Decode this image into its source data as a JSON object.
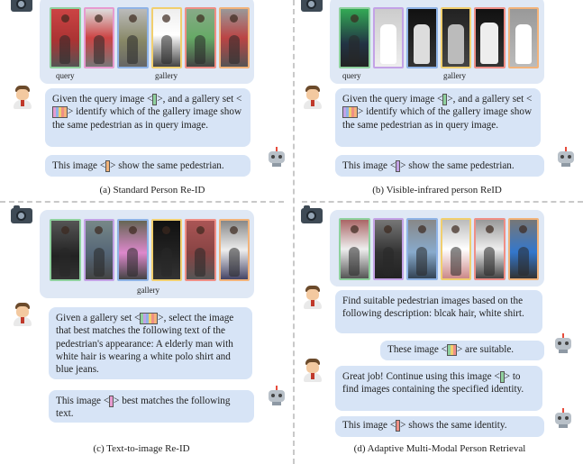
{
  "panels": {
    "a": {
      "strip_labels": [
        "query",
        "gallery"
      ],
      "query_text": "Given the query image < ▯>, and a gallery set < ▯▯▯▯ > identify which of the gallery image show the same pedestrian as in query image.",
      "query_parts": [
        "Given the query image <",
        ">, and a gallery set <",
        "> identify which of the gallery image show the same pedestrian as in query image."
      ],
      "answer_parts": [
        "This image <",
        "> show the same pedestrian."
      ],
      "caption": "(a) Standard Person Re-ID"
    },
    "b": {
      "strip_labels": [
        "query",
        "gallery"
      ],
      "query_parts": [
        "Given the query image <",
        ">, and a gallery set <",
        "> identify which of the gallery image show the same pedestrian as in query image."
      ],
      "answer_parts": [
        "This image <",
        "> show the same pedestrian."
      ],
      "caption": "(b) Visible-infrared person ReID"
    },
    "c": {
      "strip_labels": [
        "gallery"
      ],
      "query_parts": [
        "Given a gallery set <",
        ">, select the image that best matches the following text of the pedestrian's appearance: A elderly man with white hair is wearing a white polo shirt and blue jeans."
      ],
      "answer_parts": [
        "This image <",
        "> best matches the following text."
      ],
      "caption": "(c) Text-to-image Re-ID"
    },
    "d": {
      "query_text": "Find suitable pedestrian images based on the following description: blcak hair, white shirt.",
      "answer1_parts": [
        "These image <",
        "> are suitable."
      ],
      "followup_parts": [
        "Great job! Continue using this image <",
        "> to find images containing the specified identity."
      ],
      "answer2_parts": [
        "This image <",
        "> shows the same identity."
      ],
      "caption": "(d) Adaptive Multi-Modal Person Retrieval"
    }
  },
  "colors": {
    "green": "#8fd19e",
    "pink": "#e79bd0",
    "blue": "#8fb3e6",
    "yellow": "#f1cf6e",
    "red": "#ef8f86",
    "orange": "#f2b37a",
    "purple": "#c3a2e6",
    "bubble": "#d7e4f6",
    "panel": "#dfe8f5"
  },
  "icons": [
    "camera-icon",
    "user-avatar-icon",
    "robot-icon"
  ]
}
